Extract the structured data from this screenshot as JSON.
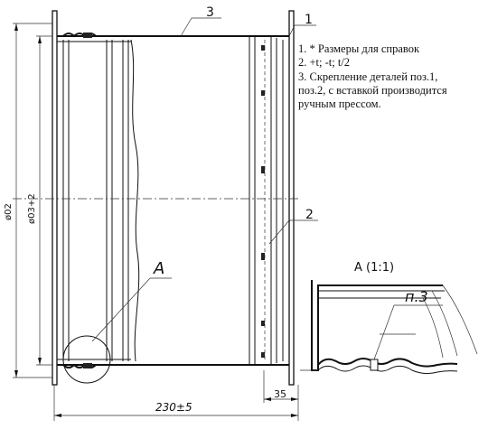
{
  "callouts": {
    "pos1": "1",
    "pos2": "2",
    "pos3": "3",
    "detail_a": "A",
    "detail_n3": "п.3"
  },
  "detail_view": {
    "title": "A (1:1)"
  },
  "dimensions": {
    "d2": "ø02",
    "d3": "ø03+2",
    "length": "230±5",
    "flange": "35"
  },
  "notes": [
    "1. * Размеры для справок",
    "2. +t; -t; t/2",
    "3. Скрепление деталей поз.1,",
    "поз.2, с вставкой производится",
    "ручным прессом."
  ]
}
